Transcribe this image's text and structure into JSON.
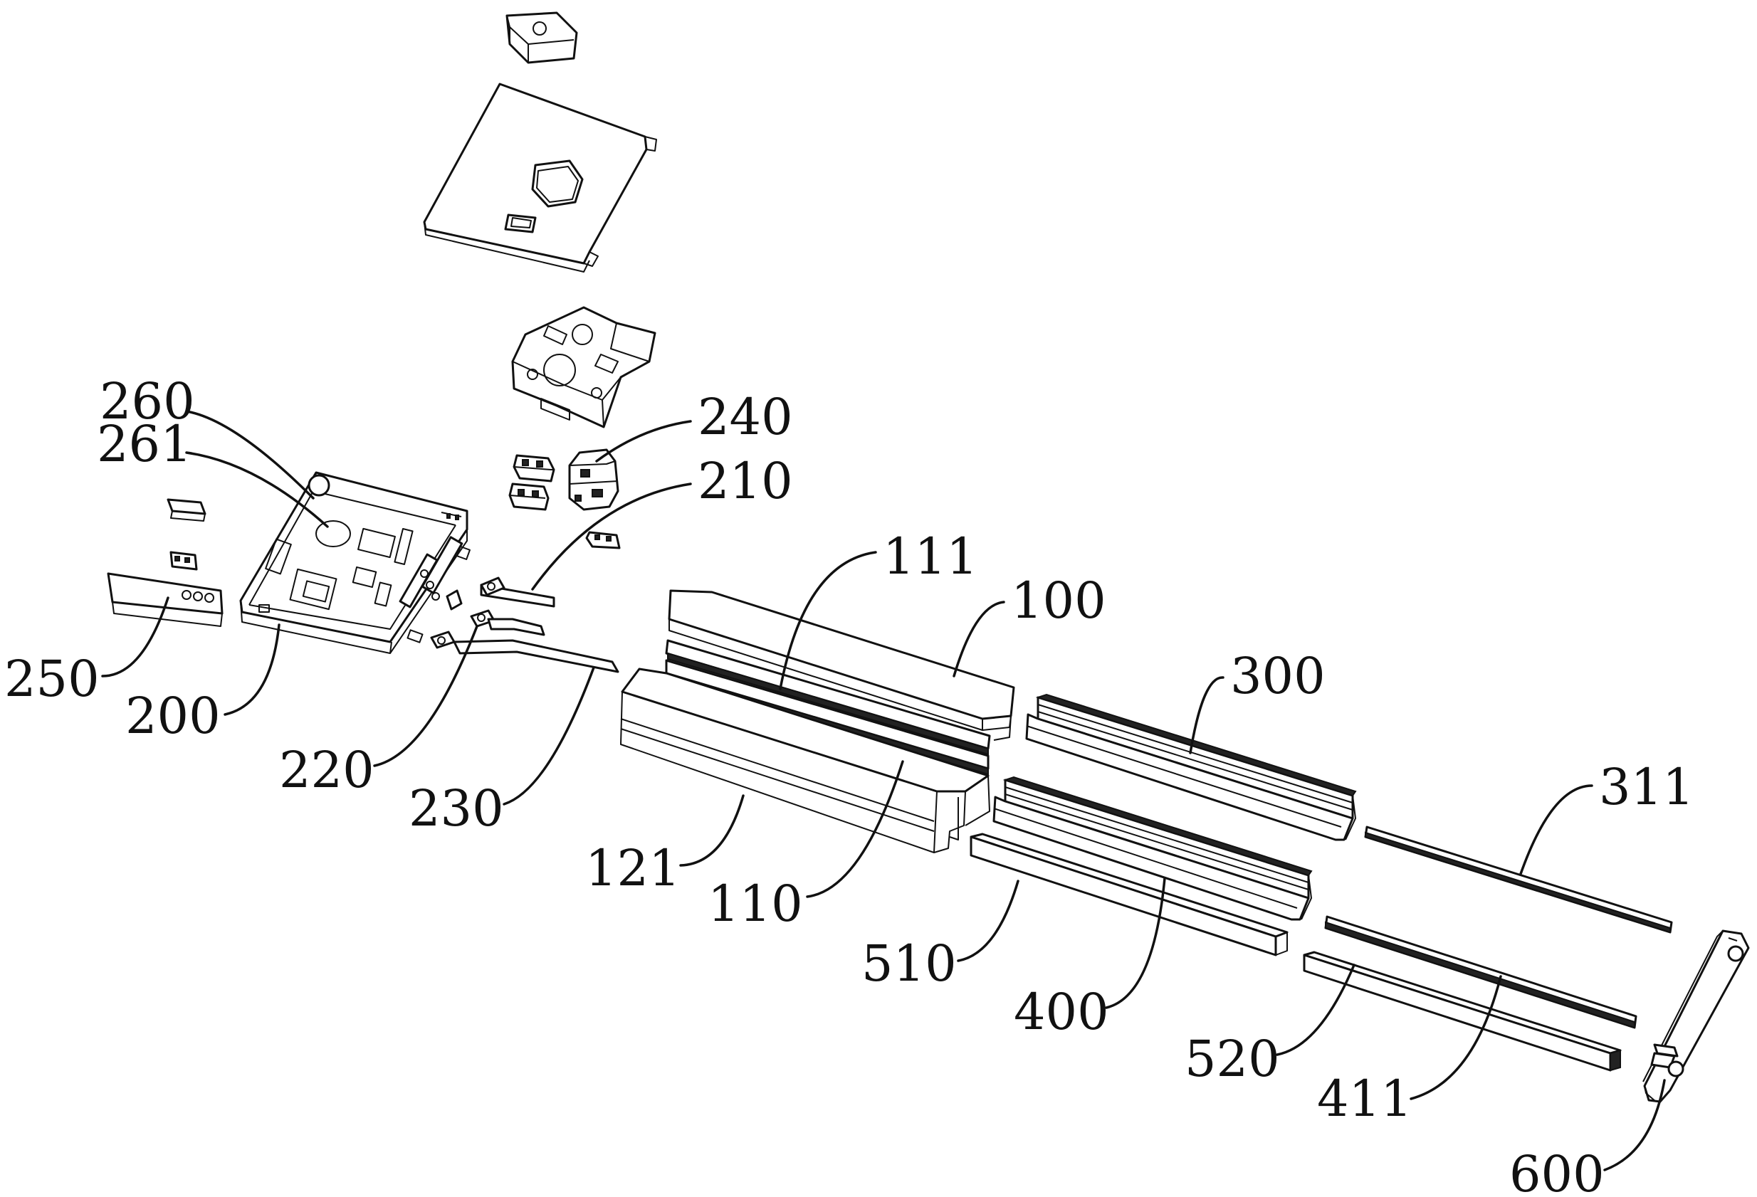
{
  "labels": {
    "l260": "260",
    "l261": "261",
    "l240": "240",
    "l210": "210",
    "l111": "111",
    "l100": "100",
    "l250": "250",
    "l200": "200",
    "l300": "300",
    "l220": "220",
    "l230": "230",
    "l311": "311",
    "l121": "121",
    "l110": "110",
    "l510": "510",
    "l400": "400",
    "l520": "520",
    "l411": "411",
    "l600": "600"
  }
}
